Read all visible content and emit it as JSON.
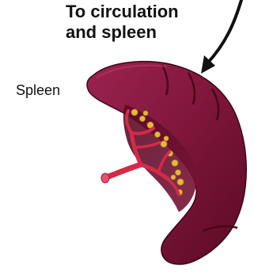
{
  "heading": {
    "line1": "To circulation",
    "line2": "and spleen"
  },
  "labels": {
    "organ": "Spleen"
  },
  "colors": {
    "organ_fill": "#7a1437",
    "organ_highlight": "#a8274f",
    "organ_shadow": "#55081f",
    "vessel": "#d42a4a",
    "fat": "#e7b83a",
    "arrow": "#111111"
  }
}
